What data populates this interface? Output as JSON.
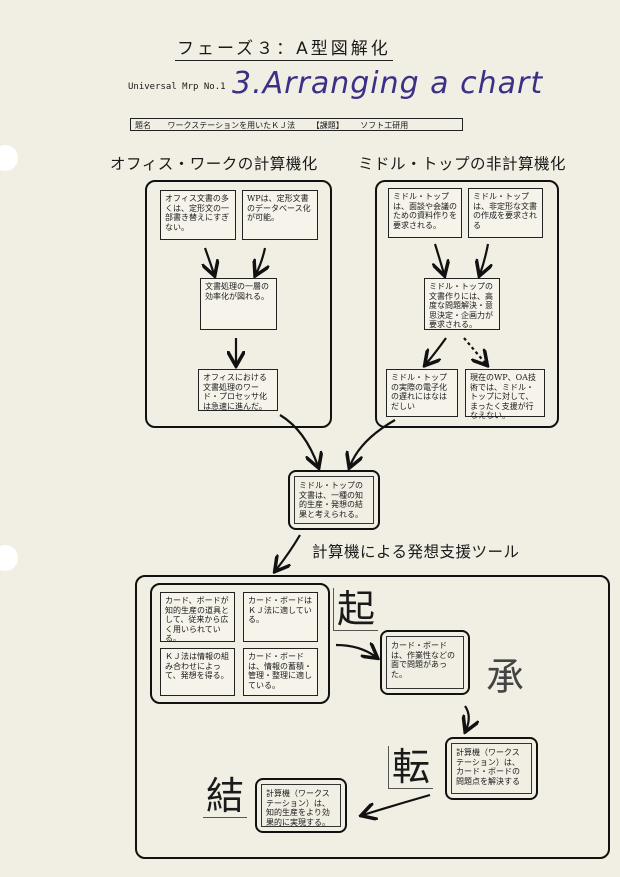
{
  "header": {
    "title": "フェーズ３：A型図解化",
    "universal_map": "Universal Mrp No.1",
    "handwritten_title": "3.Arranging a chart",
    "subject_label": "題名",
    "subject_text": "ワークステーションを用いたＫＪ法",
    "subject_tag": "【課題】",
    "subject_org": "ソフト工研用"
  },
  "left_section": {
    "heading": "オフィス・ワークの計算機化",
    "cards": [
      "オフィス文書の多くは、定形文の一部書き替えにすぎない。",
      "WPは、定形文書のデータベース化が可能。",
      "文書処理の一層の効率化が図れる。",
      "オフィスにおける文書処理のワード・プロセッサ化は急速に進んだ。"
    ]
  },
  "right_section": {
    "heading": "ミドル・トップの非計算機化",
    "cards": [
      "ミドル・トップは、面談や会議のための資料作りを要求される。",
      "ミドル・トップは、非定形な文書の作成を要求される",
      "ミドル・トップの文書作りには、高度な問題解決・意思決定・企画力が要求される。",
      "ミドル・トップの実際の電子化の遅れにはなはだしい",
      "現在のWP、OA技術では、ミドル・トップに対して、まったく支援が行なえない。"
    ]
  },
  "middle_card": "ミドル・トップの文書は、一種の知的生産・発想の結果と考えられる。",
  "bottom_section": {
    "heading": "計算機による発想支援ツール",
    "group_cards": [
      "カード、ボードが知的生産の道具として、従来から広く用いられている。",
      "カード・ボードはＫＪ法に適している。",
      "ＫＪ法は情報の組み合わせによって、発想を得る。",
      "カード・ボードは、情報の蓄積・管理・整理に適している。"
    ],
    "ki": "起",
    "ki_card": "カード・ボードは、作業性などの面で問題があった。",
    "sho": "承",
    "ten": "転",
    "ten_card": "計算機（ワークステーション）は、カード・ボードの問題点を解決する",
    "ketsu": "結",
    "ketsu_card": "計算機（ワークステーション）は、知的生産をより効果的に実現する。"
  },
  "colors": {
    "paper": "#f1eee4",
    "ink": "#1a1a1a",
    "handwriting": "#3b2f86"
  }
}
